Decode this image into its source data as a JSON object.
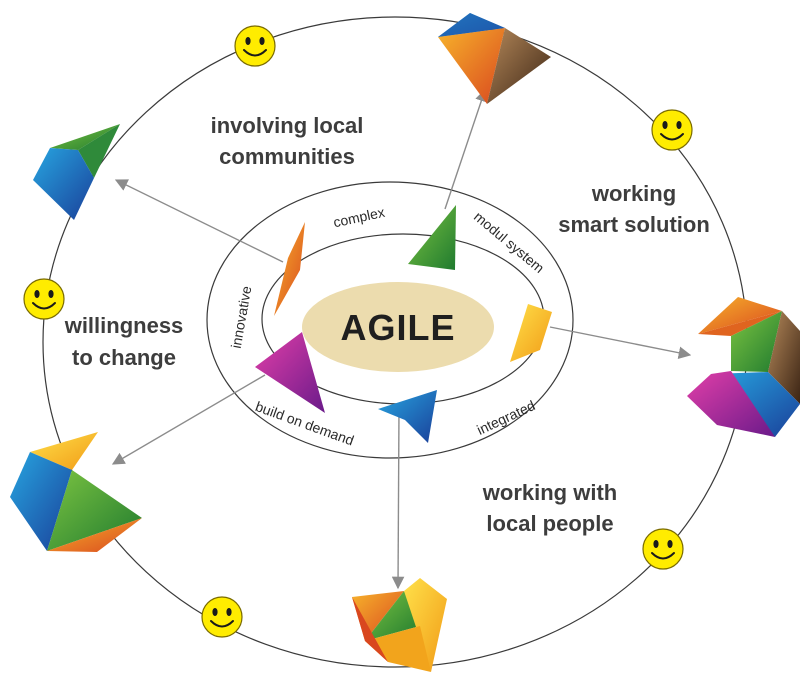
{
  "center": {
    "label": "AGILE"
  },
  "outer_labels": {
    "involving_communities": {
      "line1": "involving local",
      "line2": "communities"
    },
    "smart_solution": {
      "line1": "working",
      "line2": "smart solution"
    },
    "willingness": {
      "line1": "willingness",
      "line2": "to change"
    },
    "local_people": {
      "line1": "working with",
      "line2": "local people"
    }
  },
  "inner_labels": {
    "complex": "complex",
    "modul_system": "modul system",
    "innovative": "innovative",
    "build_on_demand": "build on demand",
    "integrated": "integrated"
  },
  "colors": {
    "center_ellipse": "#ecdcae",
    "ring_stroke": "#3a3a3a",
    "arrow": "#8c8c8c",
    "smiley": "#ffec00",
    "green": "#3f9b3a",
    "orange": "#f08a1f",
    "blue": "#1f6fc0",
    "magenta": "#c0188c",
    "brown": "#5a3a22",
    "yellow": "#f6c21c"
  },
  "icons": {
    "smiley": "smiley-face-icon",
    "shard": "colored-shard-icon",
    "polyhedron": "colored-polyhedron-icon"
  }
}
